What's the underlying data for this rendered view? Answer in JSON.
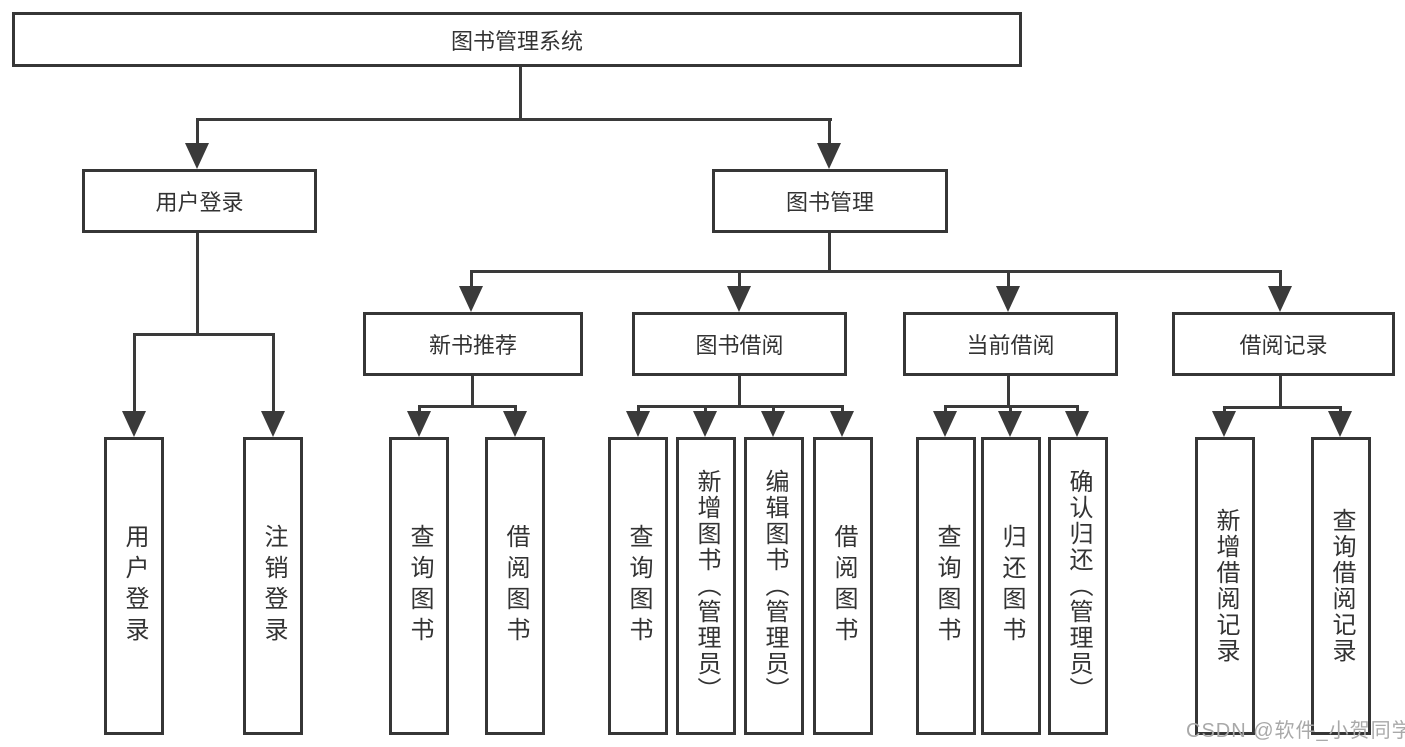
{
  "tree": {
    "label": "图书管理系统",
    "children": [
      {
        "label": "用户登录",
        "children": [
          {
            "label": "用户登录"
          },
          {
            "label": "注销登录"
          }
        ]
      },
      {
        "label": "图书管理",
        "children": [
          {
            "label": "新书推荐",
            "children": [
              {
                "label": "查询图书"
              },
              {
                "label": "借阅图书"
              }
            ]
          },
          {
            "label": "图书借阅",
            "children": [
              {
                "label": "查询图书"
              },
              {
                "label": "新增图书（管理员）"
              },
              {
                "label": "编辑图书（管理员）"
              },
              {
                "label": "借阅图书"
              }
            ]
          },
          {
            "label": "当前借阅",
            "children": [
              {
                "label": "查询图书"
              },
              {
                "label": "归还图书"
              },
              {
                "label": "确认归还（管理员）"
              }
            ]
          },
          {
            "label": "借阅记录",
            "children": [
              {
                "label": "新增借阅记录"
              },
              {
                "label": "查询借阅记录"
              }
            ]
          }
        ]
      }
    ]
  },
  "watermark": "CSDN @软件_小贺同学",
  "colors": {
    "line": "#3a3a3a",
    "text": "#333333",
    "watermark": "#a9a9a9",
    "background": "#ffffff"
  }
}
